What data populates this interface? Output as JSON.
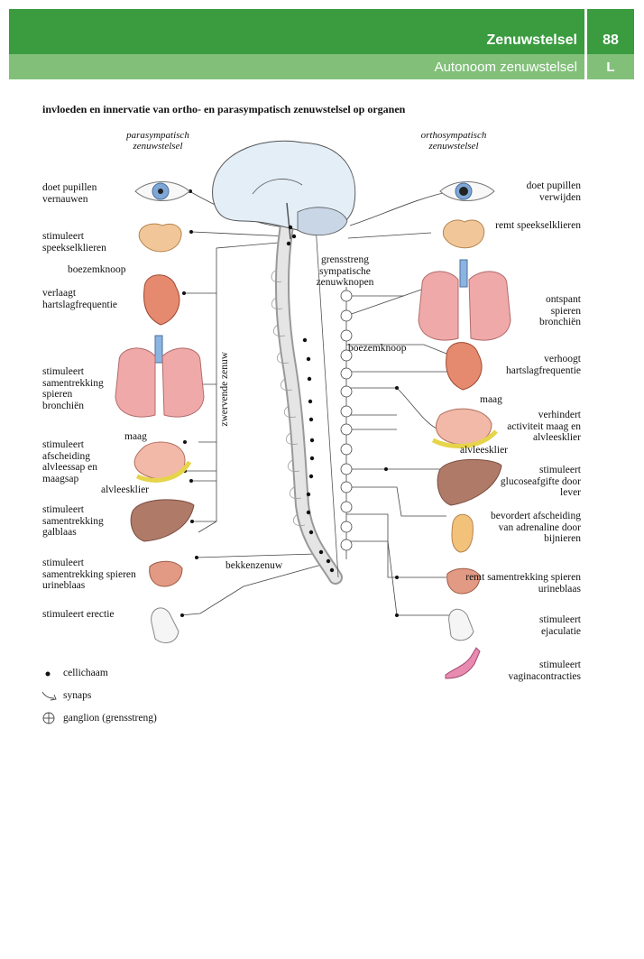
{
  "header": {
    "title": "Zenuwstelsel",
    "subtitle": "Autonoom zenuwstelsel",
    "page_number": "88",
    "section_letter": "L"
  },
  "figure_title": "invloeden en innervatie van ortho- en parasympatisch zenuwstelsel op organen",
  "column_headers": {
    "left": "parasympatisch zenuwstelsel",
    "right": "orthosympatisch zenuwstelsel"
  },
  "left_effects": [
    "doet pupillen vernauwen",
    "stimuleert speekselklieren",
    "verlaagt hartslagfrequentie",
    "stimuleert samentrekking spieren bronchiën",
    "stimuleert afscheiding alvleessap en maagsap",
    "stimuleert samentrekking galblaas",
    "stimuleert samentrekking spieren urineblaas",
    "stimuleert erectie"
  ],
  "right_effects": [
    "doet pupillen verwijden",
    "remt speekselklieren",
    "ontspant spieren bronchiën",
    "verhoogt hartslagfrequentie",
    "verhindert activiteit maag en alvleesklier",
    "stimuleert glucoseafgifte door lever",
    "bevordert afscheiding van adrenaline door bijnieren",
    "remt samentrekking spieren urineblaas",
    "stimuleert ejaculatie",
    "stimuleert vaginacontracties"
  ],
  "organ_labels": {
    "left_heart_node": "boezemknoop",
    "left_stomach": "maag",
    "left_pancreas": "alvleesklier",
    "right_heart_node": "boezemknoop",
    "right_stomach": "maag",
    "right_pancreas": "alvleesklier",
    "sympathetic_chain": "grensstreng sympatische zenuwknopen",
    "vagus": "zwervende zenuw",
    "pelvic": "bekkenzenuw"
  },
  "legend": [
    {
      "symbol": "dot",
      "label": "cellichaam"
    },
    {
      "symbol": "synapse",
      "label": "synaps"
    },
    {
      "symbol": "ganglion",
      "label": "ganglion (grensstreng)"
    }
  ],
  "colors": {
    "header_dark": "#3a9b3f",
    "header_light": "#82c07a",
    "lung": "#f0a9a9",
    "organ": "#e8a08a",
    "liver": "#b07a68",
    "adrenal": "#f2c27a"
  }
}
